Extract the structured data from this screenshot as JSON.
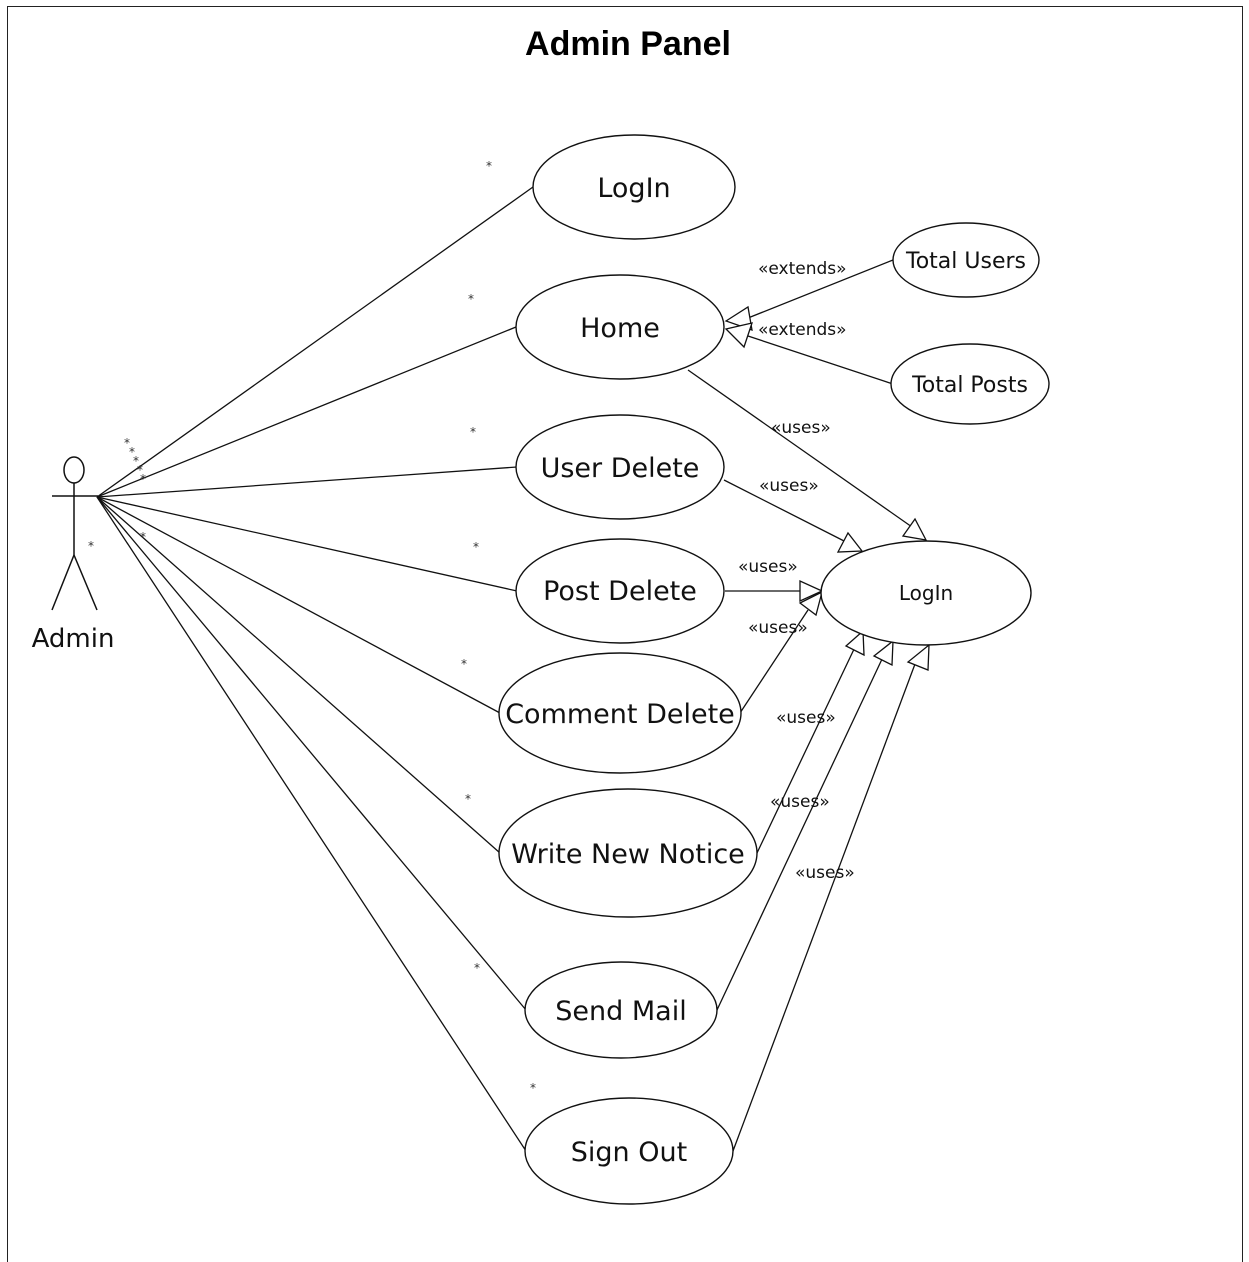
{
  "title": "Admin Panel",
  "actor": {
    "name": "Admin"
  },
  "use_cases": {
    "login_top": "LogIn",
    "home": "Home",
    "user_delete": "User Delete",
    "post_delete": "Post Delete",
    "comment_delete": "Comment Delete",
    "write_new_notice": "Write New Notice",
    "send_mail": "Send Mail",
    "sign_out": "Sign Out",
    "total_users": "Total Users",
    "total_posts": "Total Posts",
    "login_right": "LogIn"
  },
  "stereotypes": {
    "extends": "«extends»",
    "uses": "«uses»"
  },
  "multiplicity": "*"
}
